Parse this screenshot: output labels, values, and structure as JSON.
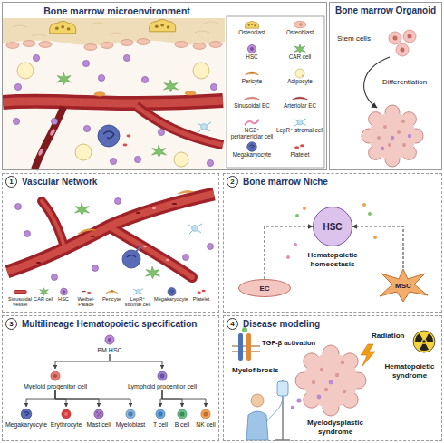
{
  "diagram": {
    "nodes": [
      {
        "text": [
          "Bone marrow microenvironment"
        ]
      },
      {
        "text": [
          "Bone marrow Organoid"
        ]
      },
      {
        "text": [
          "Vascular Network"
        ]
      },
      {
        "text": [
          "Bone marrow Niche"
        ]
      },
      {
        "text": [
          "HSC"
        ],
        "in": 3
      },
      {
        "text": [
          "EC"
        ],
        "in": 3
      },
      {
        "text": [
          "MSC"
        ],
        "in": 3
      },
      {
        "text": [
          "Multilineage Hematopoietic specification"
        ]
      },
      {
        "text": [
          "BM HSC"
        ],
        "in": 7
      },
      {
        "text": [
          "Myeloid progenitor cell"
        ],
        "in": 7
      },
      {
        "text": [
          "Lymphoid progenitor cell"
        ],
        "in": 7
      },
      {
        "text": [
          "Megakaryocyte"
        ],
        "in": 7
      },
      {
        "text": [
          "Erythrocyte"
        ],
        "in": 7
      },
      {
        "text": [
          "Mast cell"
        ],
        "in": 7
      },
      {
        "text": [
          "Myeloblast"
        ],
        "in": 7
      },
      {
        "text": [
          "T cell"
        ],
        "in": 7
      },
      {
        "text": [
          "B cell"
        ],
        "in": 7
      },
      {
        "text": [
          "NK cell"
        ],
        "in": 7
      },
      {
        "text": [
          "Disease modeling"
        ]
      }
    ],
    "edges": [
      {
        "from": 5,
        "to": 4,
        "arrow": "to"
      },
      {
        "from": 6,
        "to": 4,
        "arrow": "to"
      },
      {
        "from": 8,
        "to": 9,
        "arrow": "to"
      },
      {
        "from": 8,
        "to": 10,
        "arrow": "to"
      },
      {
        "from": 9,
        "to": 11,
        "arrow": "to"
      },
      {
        "from": 9,
        "to": 12,
        "arrow": "to"
      },
      {
        "from": 9,
        "to": 13,
        "arrow": "to"
      },
      {
        "from": 9,
        "to": 14,
        "arrow": "to"
      },
      {
        "from": 10,
        "to": 15,
        "arrow": "to"
      },
      {
        "from": 10,
        "to": 16,
        "arrow": "to"
      },
      {
        "from": 10,
        "to": 17,
        "arrow": "to"
      }
    ],
    "labels": [
      "Stem cells",
      "Differentiation",
      "1",
      "2",
      "3",
      "4",
      "Hematopoietic homeostasis",
      "TGF-β activation",
      "Myelofibrosis",
      "Radiation",
      "Hematopoietic syndrome",
      "Myelodysplastic syndrome"
    ],
    "legend": [
      {
        "text": "Osteoclast"
      },
      {
        "text": "Osteoblast"
      },
      {
        "text": "HSC"
      },
      {
        "text": "CAR cell"
      },
      {
        "text": "Pericyte"
      },
      {
        "text": "Adipocyte"
      },
      {
        "text": "Sinusoidal EC"
      },
      {
        "text": "Arteriolar EC"
      },
      {
        "text": "NG2⁺ periarteriolar cell"
      },
      {
        "text": "LepR⁺ stromal cell"
      },
      {
        "text": "Megakaryocyte"
      },
      {
        "text": "Platelet"
      },
      {
        "text": "Sinusoidal Vessel"
      },
      {
        "text": "CAR cell"
      },
      {
        "text": "HSC"
      },
      {
        "text": "Weibel-Palade"
      },
      {
        "text": "Pericyte"
      },
      {
        "text": "LepR⁺ stromal cell"
      },
      {
        "text": "Megakaryocyte"
      },
      {
        "text": "Platelet"
      }
    ]
  }
}
